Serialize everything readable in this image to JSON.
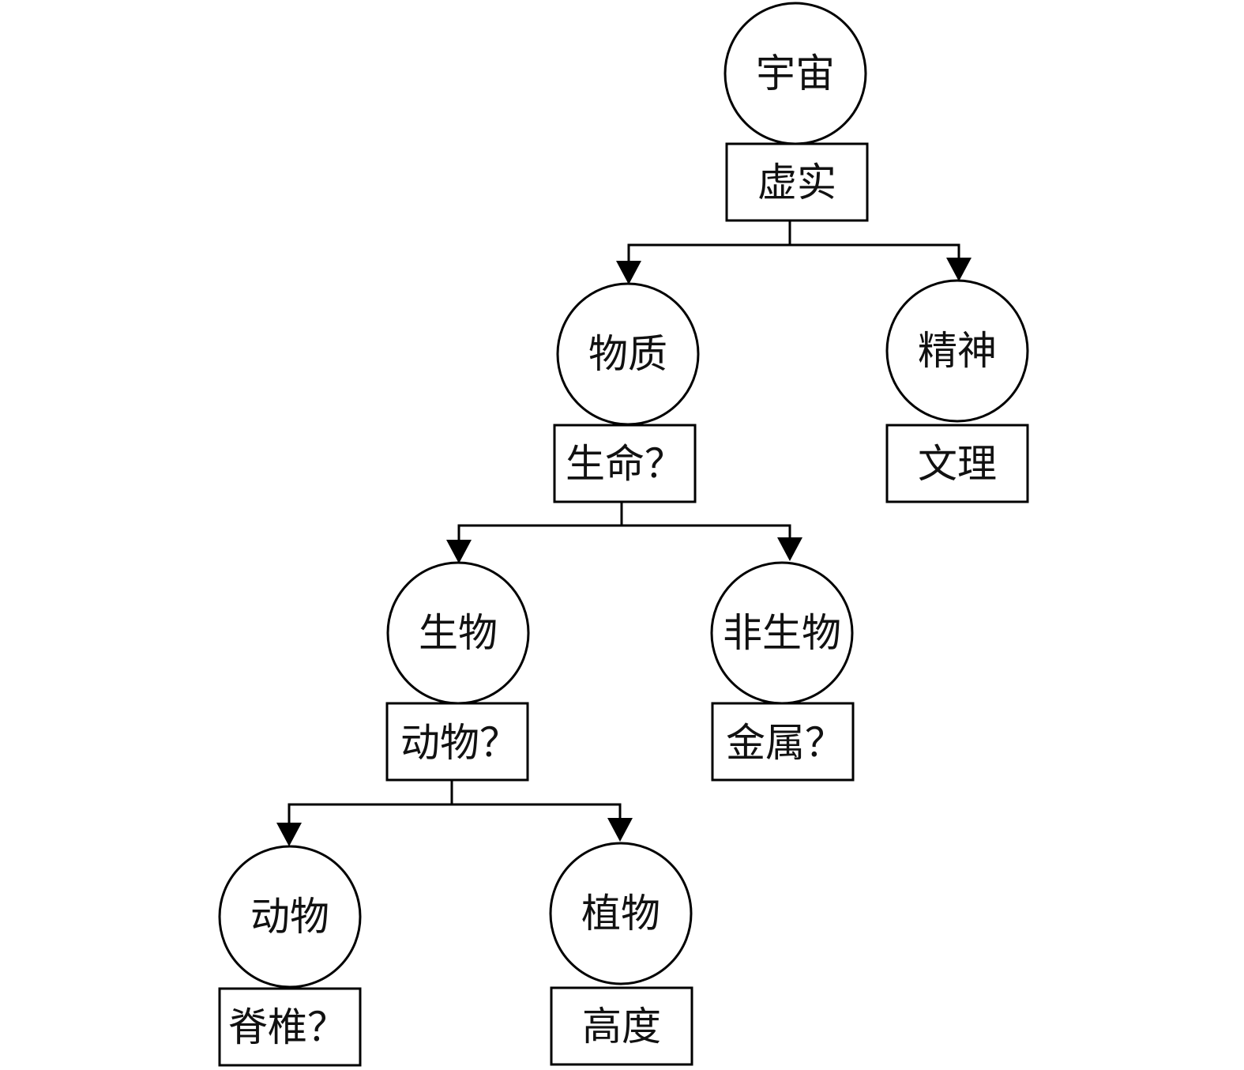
{
  "nodes": {
    "universe": {
      "name": "宇宙",
      "attribute": "虚实"
    },
    "matter": {
      "name": "物质",
      "attribute": "生命？"
    },
    "spirit": {
      "name": "精神",
      "attribute": "文理"
    },
    "organism": {
      "name": "生物",
      "attribute": "动物？"
    },
    "non_organism": {
      "name": "非生物",
      "attribute": "金属？"
    },
    "animal": {
      "name": "动物",
      "attribute": "脊椎？"
    },
    "plant": {
      "name": "植物",
      "attribute": "高度"
    }
  },
  "edges": [
    {
      "from": "universe",
      "to": "matter"
    },
    {
      "from": "universe",
      "to": "spirit"
    },
    {
      "from": "matter",
      "to": "organism"
    },
    {
      "from": "matter",
      "to": "non_organism"
    },
    {
      "from": "organism",
      "to": "animal"
    },
    {
      "from": "organism",
      "to": "plant"
    }
  ]
}
